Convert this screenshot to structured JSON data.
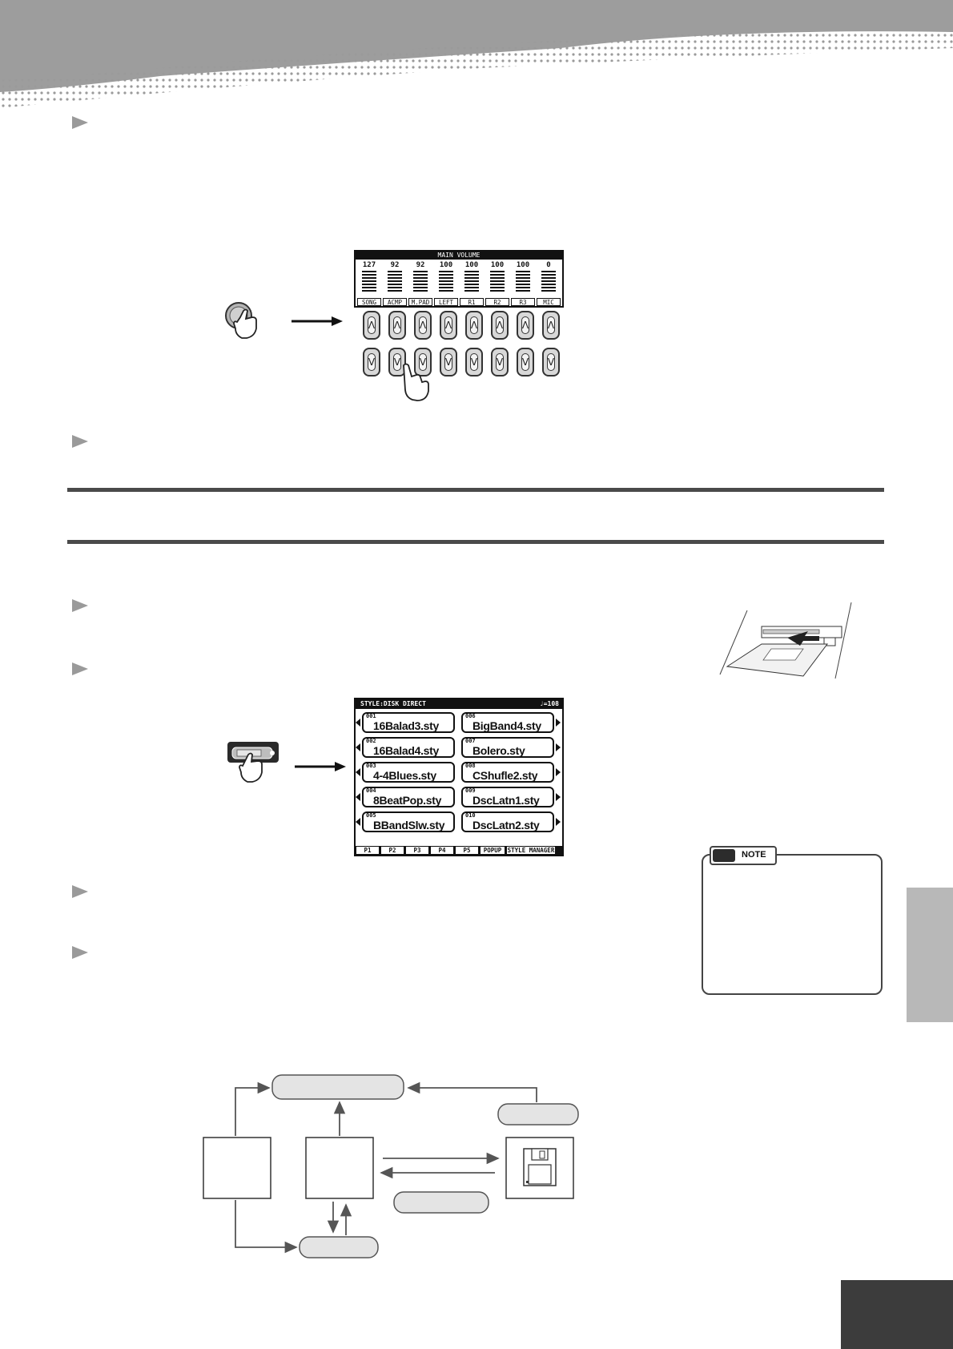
{
  "main_volume_display": {
    "title": "MAIN VOLUME",
    "channels": [
      {
        "label": "SONG",
        "level": "127"
      },
      {
        "label": "ACMP",
        "level": "92"
      },
      {
        "label": "M.PAD",
        "level": "92"
      },
      {
        "label": "LEFT",
        "level": "100"
      },
      {
        "label": "R1",
        "level": "100"
      },
      {
        "label": "R2",
        "level": "100"
      },
      {
        "label": "R3",
        "level": "100"
      },
      {
        "label": "MIC",
        "level": "0"
      }
    ],
    "up_glyph": "Λ",
    "down_glyph": "V"
  },
  "style_disk_display": {
    "title": "STYLE:DISK DIRECT",
    "tempo": "♩=108",
    "files": [
      {
        "num": "001",
        "name": "16Balad3.sty"
      },
      {
        "num": "002",
        "name": "16Balad4.sty"
      },
      {
        "num": "003",
        "name": "4-4Blues.sty"
      },
      {
        "num": "004",
        "name": "8BeatPop.sty"
      },
      {
        "num": "005",
        "name": "BBandSlw.sty"
      },
      {
        "num": "006",
        "name": "BigBand4.sty"
      },
      {
        "num": "007",
        "name": "Bolero.sty"
      },
      {
        "num": "008",
        "name": "CShufle2.sty"
      },
      {
        "num": "009",
        "name": "DscLatn1.sty"
      },
      {
        "num": "010",
        "name": "DscLatn2.sty"
      }
    ],
    "tabs": [
      "P1",
      "P2",
      "P3",
      "P4",
      "P5",
      "POPUP",
      "STYLE MANAGER"
    ]
  },
  "note": {
    "label": "NOTE"
  }
}
